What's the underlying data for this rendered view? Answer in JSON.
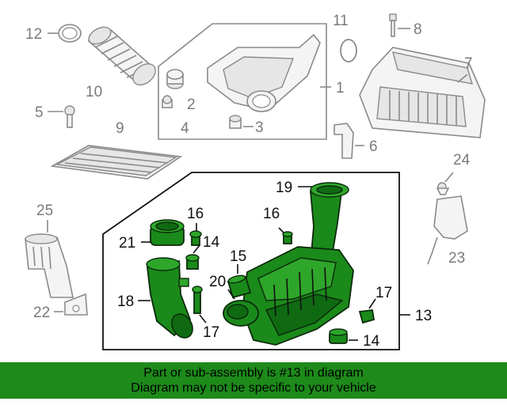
{
  "callouts": {
    "c1": "1",
    "c2": "2",
    "c3": "3",
    "c4": "4",
    "c5": "5",
    "c6": "6",
    "c7": "7",
    "c8": "8",
    "c9": "9",
    "c10": "10",
    "c11": "11",
    "c12": "12",
    "c13": "13",
    "c14a": "14",
    "c14b": "14",
    "c15": "15",
    "c16a": "16",
    "c16b": "16",
    "c17a": "17",
    "c17b": "17",
    "c18": "18",
    "c19": "19",
    "c20": "20",
    "c21": "21",
    "c22": "22",
    "c23": "23",
    "c24": "24",
    "c25": "25"
  },
  "highlight_color": "#1a8a1a",
  "banner": {
    "line1": "Part or sub-assembly is #13 in diagram",
    "line2": "Diagram may not be specific to your vehicle"
  }
}
